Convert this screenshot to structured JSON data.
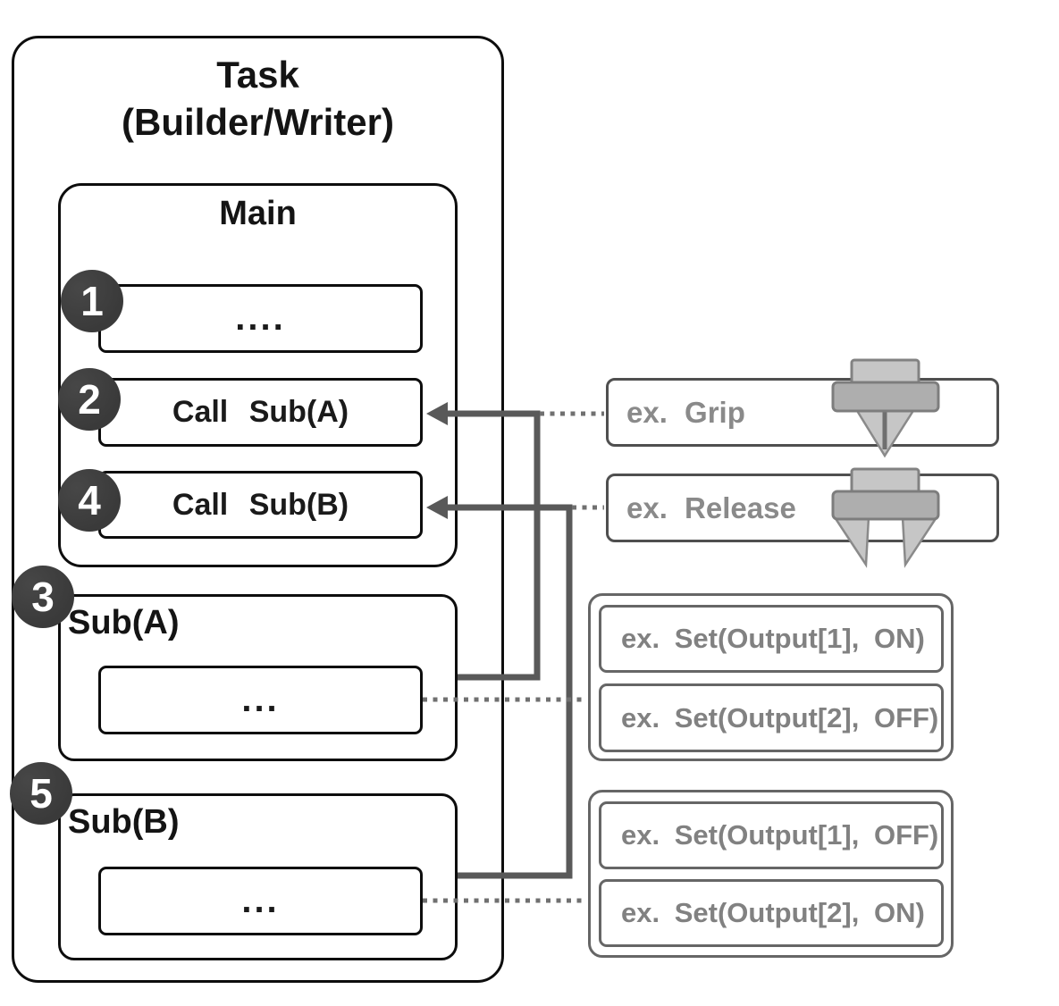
{
  "task": {
    "title_line1": "Task",
    "title_line2": "(Builder/Writer)",
    "main": {
      "title": "Main",
      "rows": [
        {
          "badge": "1",
          "label": "...."
        },
        {
          "badge": "2",
          "label": "Call Sub(A)"
        },
        {
          "badge": "4",
          "label": "Call Sub(B)"
        }
      ]
    },
    "subs": [
      {
        "badge": "3",
        "title": "Sub(A)",
        "body": "..."
      },
      {
        "badge": "5",
        "title": "Sub(B)",
        "body": "..."
      }
    ]
  },
  "examples": {
    "grip": {
      "label": "ex. Grip",
      "icon": "gripper-closed-icon"
    },
    "release": {
      "label": "ex. Release",
      "icon": "gripper-open-icon"
    },
    "groupA": {
      "items": [
        {
          "label": "ex. Set(Output[1], ON)"
        },
        {
          "label": "ex. Set(Output[2], OFF)"
        }
      ]
    },
    "groupB": {
      "items": [
        {
          "label": "ex. Set(Output[1], OFF)"
        },
        {
          "label": "ex. Set(Output[2], ON)"
        }
      ]
    }
  },
  "colors": {
    "box_border": "#0d0d0d",
    "badge_background": "#3d3d3d",
    "badge_text": "#ffffff",
    "connector_solid": "#595959",
    "connector_dotted": "#707070",
    "example_text": "#8a8a8a",
    "example_border": "#4f4f4f",
    "group_border": "#666666",
    "gripper_light": "#c6c6c6",
    "gripper_mid": "#aeaeae",
    "gripper_outline": "#828282"
  }
}
